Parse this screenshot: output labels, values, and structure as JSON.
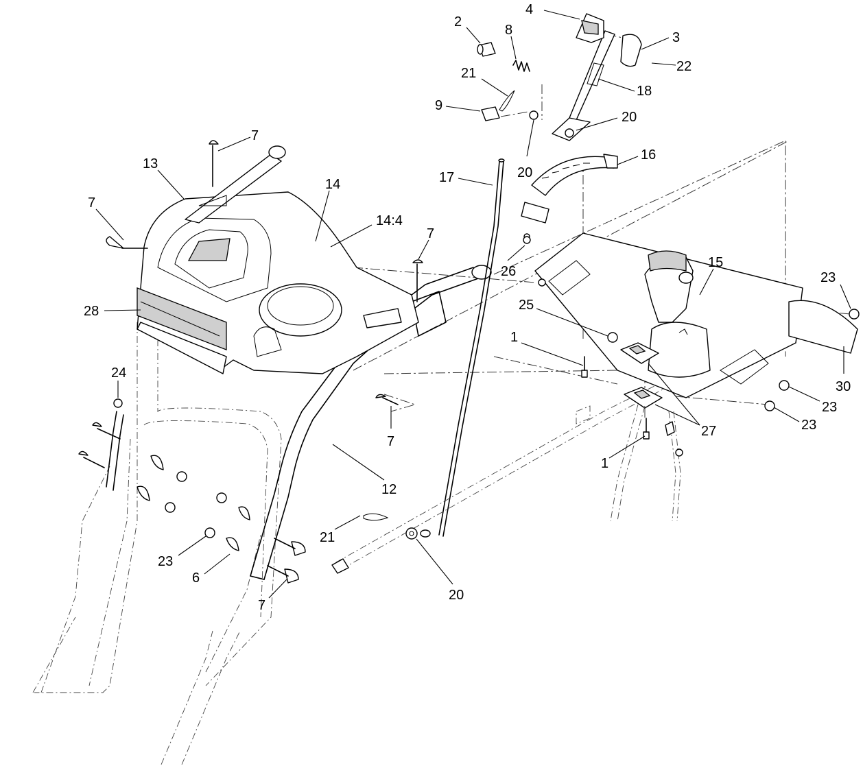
{
  "diagram": {
    "callouts": [
      {
        "id": "c2",
        "text": "2"
      },
      {
        "id": "c8",
        "text": "8"
      },
      {
        "id": "c4",
        "text": "4"
      },
      {
        "id": "c3",
        "text": "3"
      },
      {
        "id": "c22",
        "text": "22"
      },
      {
        "id": "c21a",
        "text": "21"
      },
      {
        "id": "c18",
        "text": "18"
      },
      {
        "id": "c9",
        "text": "9"
      },
      {
        "id": "c20a",
        "text": "20"
      },
      {
        "id": "c20b",
        "text": "20"
      },
      {
        "id": "c16",
        "text": "16"
      },
      {
        "id": "c7a",
        "text": "7"
      },
      {
        "id": "c13",
        "text": "13"
      },
      {
        "id": "c14",
        "text": "14"
      },
      {
        "id": "c17",
        "text": "17"
      },
      {
        "id": "c7b",
        "text": "7"
      },
      {
        "id": "c144",
        "text": "14:4"
      },
      {
        "id": "c7c",
        "text": "7"
      },
      {
        "id": "c26",
        "text": "26"
      },
      {
        "id": "c15",
        "text": "15"
      },
      {
        "id": "c23a",
        "text": "23"
      },
      {
        "id": "c28",
        "text": "28"
      },
      {
        "id": "c25",
        "text": "25"
      },
      {
        "id": "c1a",
        "text": "1"
      },
      {
        "id": "c24",
        "text": "24"
      },
      {
        "id": "c30",
        "text": "30"
      },
      {
        "id": "c23b",
        "text": "23"
      },
      {
        "id": "c7d",
        "text": "7"
      },
      {
        "id": "c27",
        "text": "27"
      },
      {
        "id": "c23c",
        "text": "23"
      },
      {
        "id": "c1b",
        "text": "1"
      },
      {
        "id": "c12",
        "text": "12"
      },
      {
        "id": "c21b",
        "text": "21"
      },
      {
        "id": "c23d",
        "text": "23"
      },
      {
        "id": "c6",
        "text": "6"
      },
      {
        "id": "c7e",
        "text": "7"
      },
      {
        "id": "c20c",
        "text": "20"
      }
    ]
  }
}
